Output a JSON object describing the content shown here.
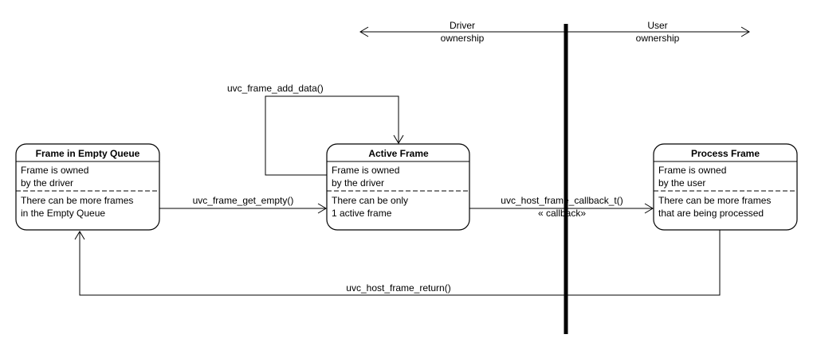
{
  "ownership": {
    "driver_line1": "Driver",
    "driver_line2": "ownership",
    "user_line1": "User",
    "user_line2": "ownership"
  },
  "states": {
    "empty": {
      "title": "Frame in Empty Queue",
      "owner_line1": "Frame is owned",
      "owner_line2": "by the driver",
      "note_line1": "There can be more frames",
      "note_line2": "in the Empty Queue"
    },
    "active": {
      "title": "Active Frame",
      "owner_line1": "Frame is owned",
      "owner_line2": "by the driver",
      "note_line1": "There can be only",
      "note_line2": "1 active frame"
    },
    "process": {
      "title": "Process Frame",
      "owner_line1": "Frame is owned",
      "owner_line2": "by the user",
      "note_line1": "There can be more frames",
      "note_line2": "that are being processed"
    }
  },
  "transitions": {
    "add_data": "uvc_frame_add_data()",
    "get_empty": "uvc_frame_get_empty()",
    "callback": "uvc_host_frame_callback_t()",
    "callback_stereotype": "« callback»",
    "return": "uvc_host_frame_return()"
  }
}
